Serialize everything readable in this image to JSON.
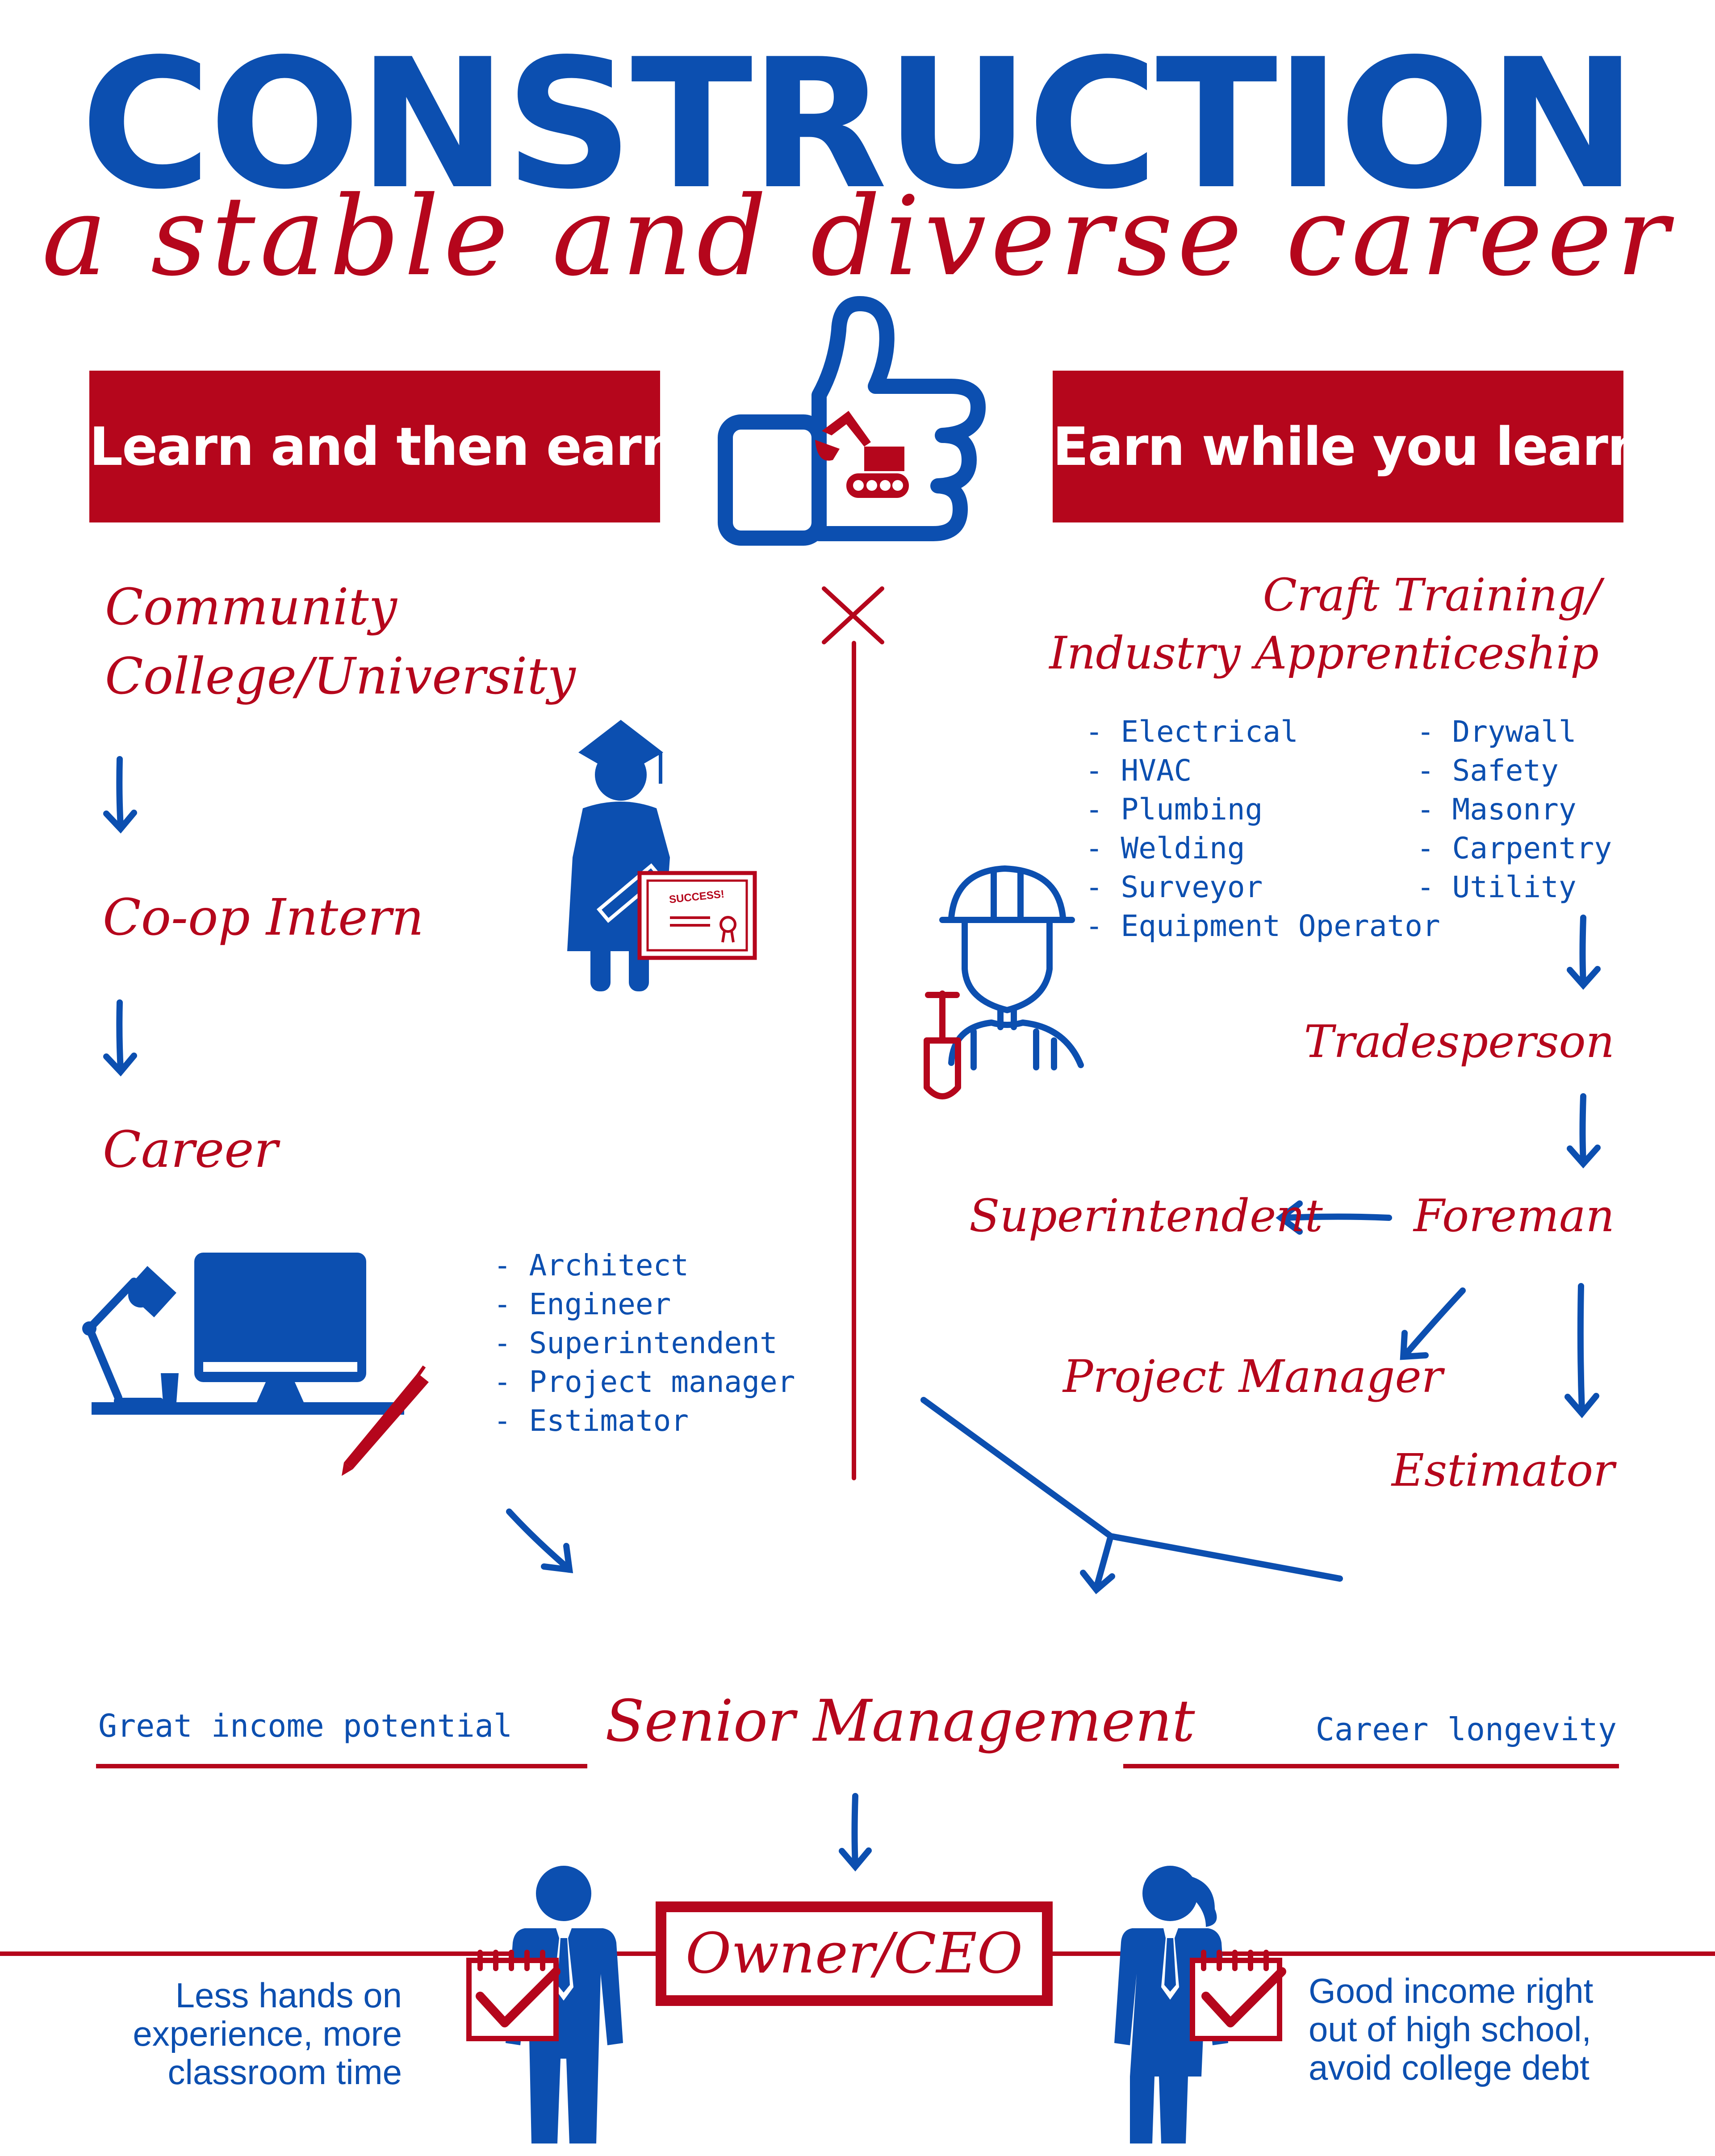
{
  "header": {
    "title": "CONSTRUCTION",
    "subtitle": "a stable and diverse career"
  },
  "banners": {
    "left": "Learn and then earn",
    "right": "Earn while you learn"
  },
  "left_path": {
    "step1_line1": "Community",
    "step1_line2": "College/University",
    "step2": "Co-op Intern",
    "step3": "Career",
    "roles": [
      "- Architect",
      "- Engineer",
      "- Superintendent",
      "- Project manager",
      "- Estimator"
    ]
  },
  "right_path": {
    "step1_line1": "Craft Training/",
    "step1_line2": "Industry Apprenticeship",
    "trades_col1": [
      "- Electrical",
      "- HVAC",
      "- Plumbing",
      "- Welding",
      "- Surveyor",
      "- Equipment Operator"
    ],
    "trades_col2": [
      "- Drywall",
      "- Safety",
      "- Masonry",
      "- Carpentry",
      "- Utility"
    ],
    "tradesperson": "Tradesperson",
    "foreman": "Foreman",
    "superintendent": "Superintendent",
    "project_manager": "Project Manager",
    "estimator": "Estimator"
  },
  "convergence": {
    "left_note": "Great income potential",
    "center": "Senior Management",
    "right_note": "Career longevity",
    "final": "Owner/CEO"
  },
  "footer": {
    "left_line1": "Less hands on",
    "left_line2": "experience, more",
    "left_line3": "classroom time",
    "right_line1": "Good income right",
    "right_line2": "out of high school,",
    "right_line3": "avoid college debt"
  },
  "diploma_text": "SUCCESS!",
  "colors": {
    "blue": "#0c4fb0",
    "red": "#b5061c",
    "background": "#ffffff"
  },
  "icons": [
    "thumbs-up-excavator-icon",
    "graduate-icon",
    "diploma-icon",
    "construction-worker-icon",
    "desk-computer-icon",
    "pen-icon",
    "businessman-icon",
    "businesswoman-icon",
    "calendar-check-icon"
  ]
}
